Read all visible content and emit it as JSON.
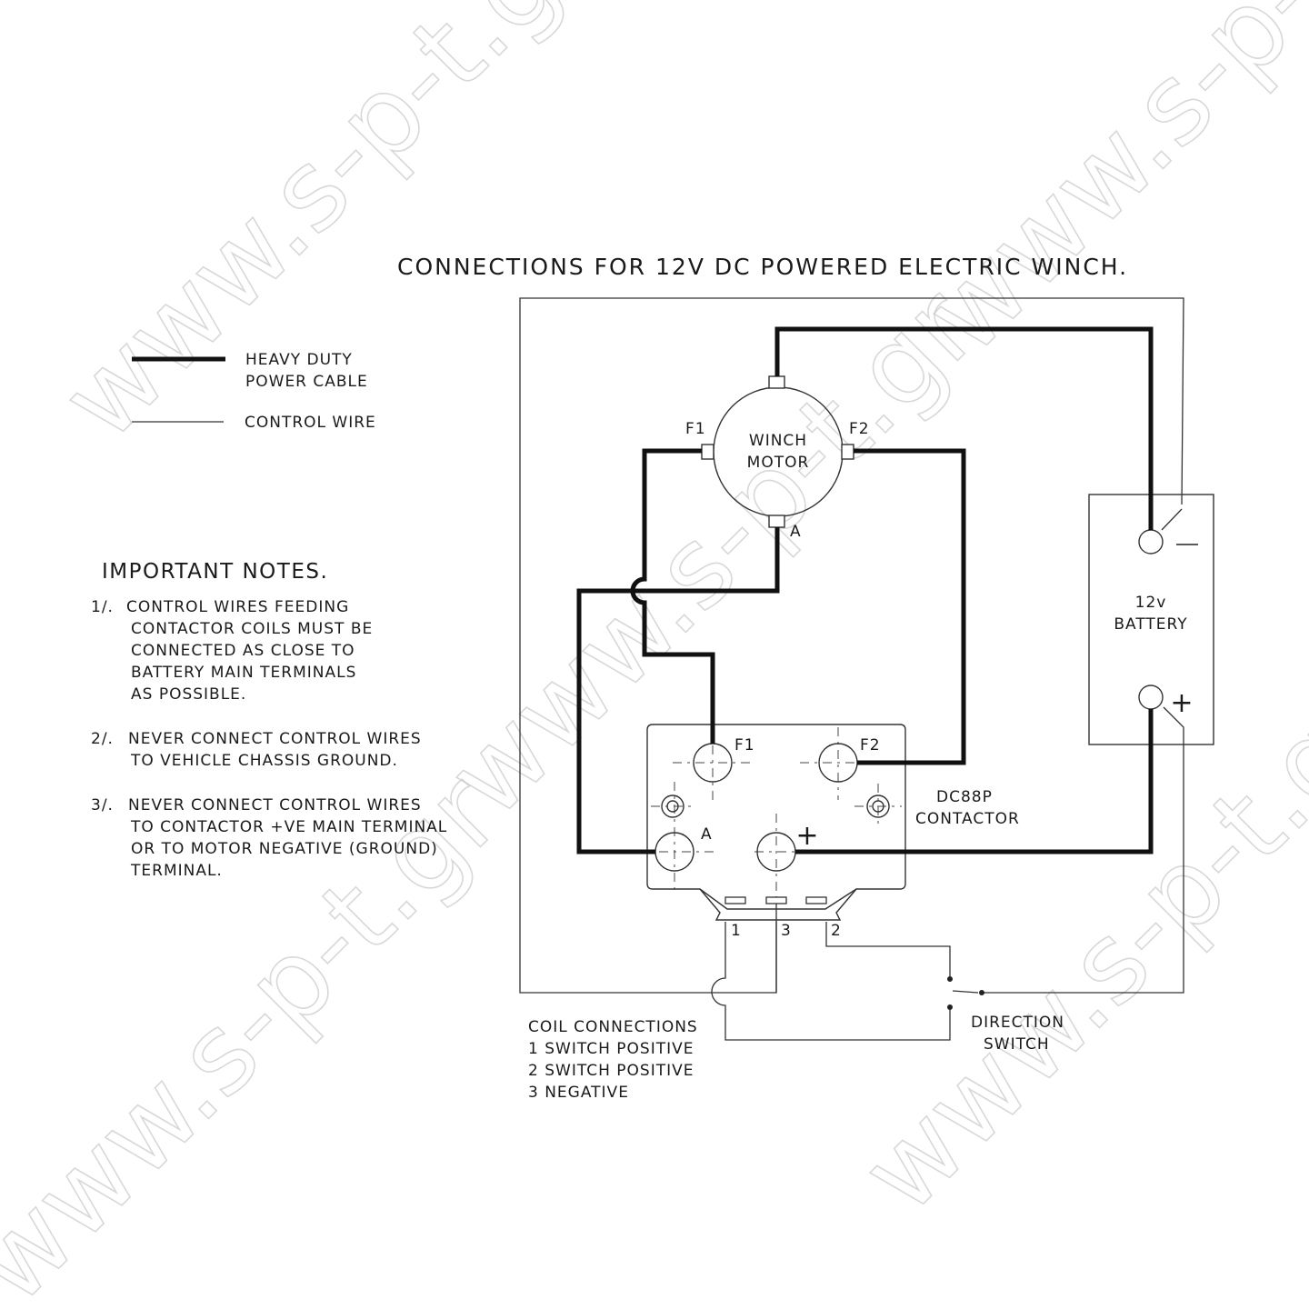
{
  "title": "CONNECTIONS FOR 12V DC POWERED ELECTRIC WINCH.",
  "legend": {
    "heavy_line1": "HEAVY DUTY",
    "heavy_line2": "POWER CABLE",
    "control": "CONTROL WIRE"
  },
  "notes": {
    "heading": "IMPORTANT NOTES.",
    "items": [
      {
        "num": "1/.",
        "lines": [
          "CONTROL WIRES FEEDING",
          "CONTACTOR COILS MUST BE",
          "CONNECTED AS CLOSE TO",
          "BATTERY MAIN TERMINALS",
          "AS POSSIBLE."
        ]
      },
      {
        "num": "2/.",
        "lines": [
          "NEVER CONNECT CONTROL WIRES",
          "TO VEHICLE CHASSIS GROUND."
        ]
      },
      {
        "num": "3/.",
        "lines": [
          "NEVER CONNECT CONTROL WIRES",
          "TO CONTACTOR +VE MAIN TERMINAL",
          "OR TO MOTOR NEGATIVE (GROUND)",
          "TERMINAL."
        ]
      }
    ]
  },
  "motor": {
    "line1": "WINCH",
    "line2": "MOTOR",
    "f1": "F1",
    "f2": "F2",
    "a": "A"
  },
  "battery": {
    "line1": "12v",
    "line2": "BATTERY",
    "neg": "—",
    "pos": "+"
  },
  "contactor": {
    "line1": "DC88P",
    "line2": "CONTACTOR",
    "f1": "F1",
    "f2": "F2",
    "a": "A",
    "plus": "+",
    "pin1": "1",
    "pin2": "2",
    "pin3": "3"
  },
  "coil": {
    "heading": "COIL CONNECTIONS",
    "items": [
      "1 SWITCH POSITIVE",
      "2 SWITCH POSITIVE",
      "3 NEGATIVE"
    ]
  },
  "switch": {
    "line1": "DIRECTION",
    "line2": "SWITCH"
  },
  "watermark": "www.s-p-t.gr"
}
